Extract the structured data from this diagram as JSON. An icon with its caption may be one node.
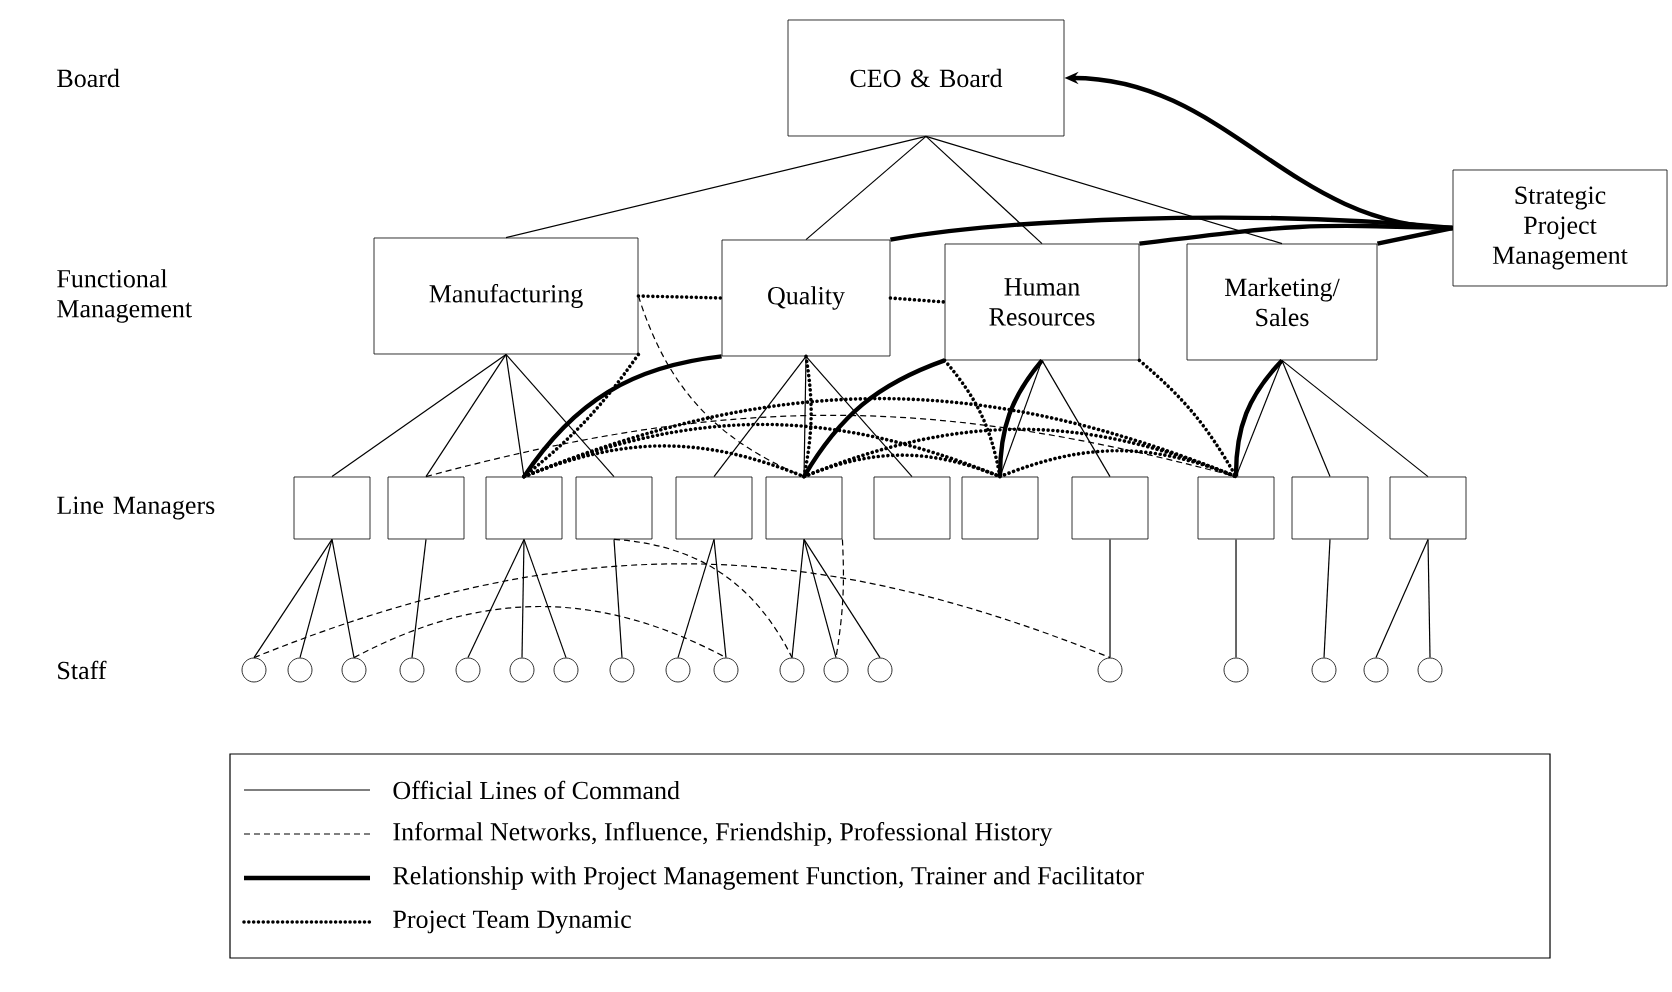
{
  "diagram": {
    "nodes": [
      {
        "text": [
          "CEO & Board"
        ]
      },
      {
        "text": [
          "Manufacturing"
        ]
      },
      {
        "text": [
          "Quality"
        ]
      },
      {
        "text": [
          "Human Resources"
        ]
      },
      {
        "text": [
          "Marketing/ Sales"
        ]
      },
      {
        "text": [
          "Strategic Project Management"
        ]
      },
      {
        "text": [],
        "shape": "box"
      },
      {
        "text": [],
        "shape": "box"
      },
      {
        "text": [],
        "shape": "box"
      },
      {
        "text": [],
        "shape": "box"
      },
      {
        "text": [],
        "shape": "box"
      },
      {
        "text": [],
        "shape": "box"
      },
      {
        "text": [],
        "shape": "box"
      },
      {
        "text": [],
        "shape": "box"
      },
      {
        "text": [],
        "shape": "box"
      },
      {
        "text": [],
        "shape": "box"
      },
      {
        "text": [],
        "shape": "box"
      },
      {
        "text": [],
        "shape": "box"
      },
      {
        "text": [],
        "shape": "circle"
      },
      {
        "text": [],
        "shape": "circle"
      },
      {
        "text": [],
        "shape": "circle"
      },
      {
        "text": [],
        "shape": "circle"
      },
      {
        "text": [],
        "shape": "circle"
      },
      {
        "text": [],
        "shape": "circle"
      },
      {
        "text": [],
        "shape": "circle"
      },
      {
        "text": [],
        "shape": "circle"
      },
      {
        "text": [],
        "shape": "circle"
      },
      {
        "text": [],
        "shape": "circle"
      },
      {
        "text": [],
        "shape": "circle"
      },
      {
        "text": [],
        "shape": "circle"
      },
      {
        "text": [],
        "shape": "circle"
      },
      {
        "text": [],
        "shape": "circle"
      },
      {
        "text": [],
        "shape": "circle"
      },
      {
        "text": [],
        "shape": "circle"
      },
      {
        "text": [],
        "shape": "circle"
      },
      {
        "text": [],
        "shape": "circle"
      }
    ],
    "edges": [
      {
        "from": 0,
        "to": 1,
        "arrow": "none"
      },
      {
        "from": 0,
        "to": 2,
        "arrow": "none"
      },
      {
        "from": 0,
        "to": 3,
        "arrow": "none"
      },
      {
        "from": 0,
        "to": 4,
        "arrow": "none"
      },
      {
        "from": 1,
        "to": 6,
        "arrow": "none"
      },
      {
        "from": 1,
        "to": 7,
        "arrow": "none"
      },
      {
        "from": 1,
        "to": 8,
        "arrow": "none"
      },
      {
        "from": 1,
        "to": 9,
        "arrow": "none"
      },
      {
        "from": 2,
        "to": 10,
        "arrow": "none"
      },
      {
        "from": 2,
        "to": 11,
        "arrow": "none"
      },
      {
        "from": 2,
        "to": 12,
        "arrow": "none"
      },
      {
        "from": 3,
        "to": 13,
        "arrow": "none"
      },
      {
        "from": 3,
        "to": 14,
        "arrow": "none"
      },
      {
        "from": 4,
        "to": 15,
        "arrow": "none"
      },
      {
        "from": 4,
        "to": 16,
        "arrow": "none"
      },
      {
        "from": 4,
        "to": 17,
        "arrow": "none"
      },
      {
        "from": 6,
        "to": 18,
        "arrow": "none"
      },
      {
        "from": 6,
        "to": 19,
        "arrow": "none"
      },
      {
        "from": 6,
        "to": 20,
        "arrow": "none"
      },
      {
        "from": 7,
        "to": 21,
        "arrow": "none"
      },
      {
        "from": 8,
        "to": 22,
        "arrow": "none"
      },
      {
        "from": 8,
        "to": 23,
        "arrow": "none"
      },
      {
        "from": 8,
        "to": 24,
        "arrow": "none"
      },
      {
        "from": 9,
        "to": 25,
        "arrow": "none"
      },
      {
        "from": 10,
        "to": 26,
        "arrow": "none"
      },
      {
        "from": 10,
        "to": 27,
        "arrow": "none"
      },
      {
        "from": 11,
        "to": 28,
        "arrow": "none"
      },
      {
        "from": 11,
        "to": 29,
        "arrow": "none"
      },
      {
        "from": 11,
        "to": 30,
        "arrow": "none"
      },
      {
        "from": 14,
        "to": 31,
        "arrow": "none"
      },
      {
        "from": 15,
        "to": 32,
        "arrow": "none"
      },
      {
        "from": 16,
        "to": 33,
        "arrow": "none"
      },
      {
        "from": 17,
        "to": 34,
        "arrow": "none"
      },
      {
        "from": 17,
        "to": 35,
        "arrow": "none"
      },
      {
        "from": 5,
        "to": 0,
        "arrow": "to",
        "style": "thick"
      },
      {
        "from": 5,
        "to": 2,
        "arrow": "none",
        "style": "thick"
      },
      {
        "from": 5,
        "to": 3,
        "arrow": "none",
        "style": "thick"
      },
      {
        "from": 5,
        "to": 4,
        "arrow": "none",
        "style": "thick"
      },
      {
        "from": 2,
        "to": 8,
        "arrow": "none",
        "style": "thick"
      },
      {
        "from": 3,
        "to": 11,
        "arrow": "none",
        "style": "thick"
      },
      {
        "from": 3,
        "to": 13,
        "arrow": "none",
        "style": "thick"
      },
      {
        "from": 4,
        "to": 15,
        "arrow": "none",
        "style": "thick"
      },
      {
        "from": 1,
        "to": 2,
        "arrow": "none",
        "style": "dashed"
      },
      {
        "from": 2,
        "to": 3,
        "arrow": "none",
        "style": "dashed"
      },
      {
        "from": 1,
        "to": 8,
        "arrow": "none",
        "style": "dashed"
      },
      {
        "from": 2,
        "to": 11,
        "arrow": "none",
        "style": "dashed"
      },
      {
        "from": 3,
        "to": 13,
        "arrow": "none",
        "style": "dashed"
      },
      {
        "from": 3,
        "to": 15,
        "arrow": "none",
        "style": "dashed"
      },
      {
        "from": 8,
        "to": 11,
        "arrow": "none",
        "style": "dashed"
      },
      {
        "from": 8,
        "to": 13,
        "arrow": "none",
        "style": "dashed"
      },
      {
        "from": 8,
        "to": 15,
        "arrow": "none",
        "style": "dashed"
      },
      {
        "from": 11,
        "to": 13,
        "arrow": "none",
        "style": "dashed"
      },
      {
        "from": 11,
        "to": 15,
        "arrow": "none",
        "style": "dashed"
      },
      {
        "from": 13,
        "to": 15,
        "arrow": "none",
        "style": "dashed"
      },
      {
        "from": 1,
        "to": 11,
        "arrow": "none",
        "style": "dashed"
      },
      {
        "from": 7,
        "to": 15,
        "arrow": "none",
        "style": "dashed"
      },
      {
        "from": 18,
        "to": 31,
        "arrow": "none",
        "style": "dashed"
      },
      {
        "from": 20,
        "to": 27,
        "arrow": "none",
        "style": "dashed"
      },
      {
        "from": 9,
        "to": 28,
        "arrow": "none",
        "style": "dashed"
      },
      {
        "from": 11,
        "to": 29,
        "arrow": "none",
        "style": "dashed"
      }
    ],
    "labels": [
      "Board",
      "Functional Management",
      "Line Managers",
      "Staff"
    ],
    "legend": [
      {
        "text": "Official Lines of Command"
      },
      {
        "text": "Informal Networks, Influence, Friendship, Professional History"
      },
      {
        "text": "Relationship with Project Management Function, Trainer and Facilitator"
      },
      {
        "text": "Project Team Dynamic"
      }
    ]
  }
}
